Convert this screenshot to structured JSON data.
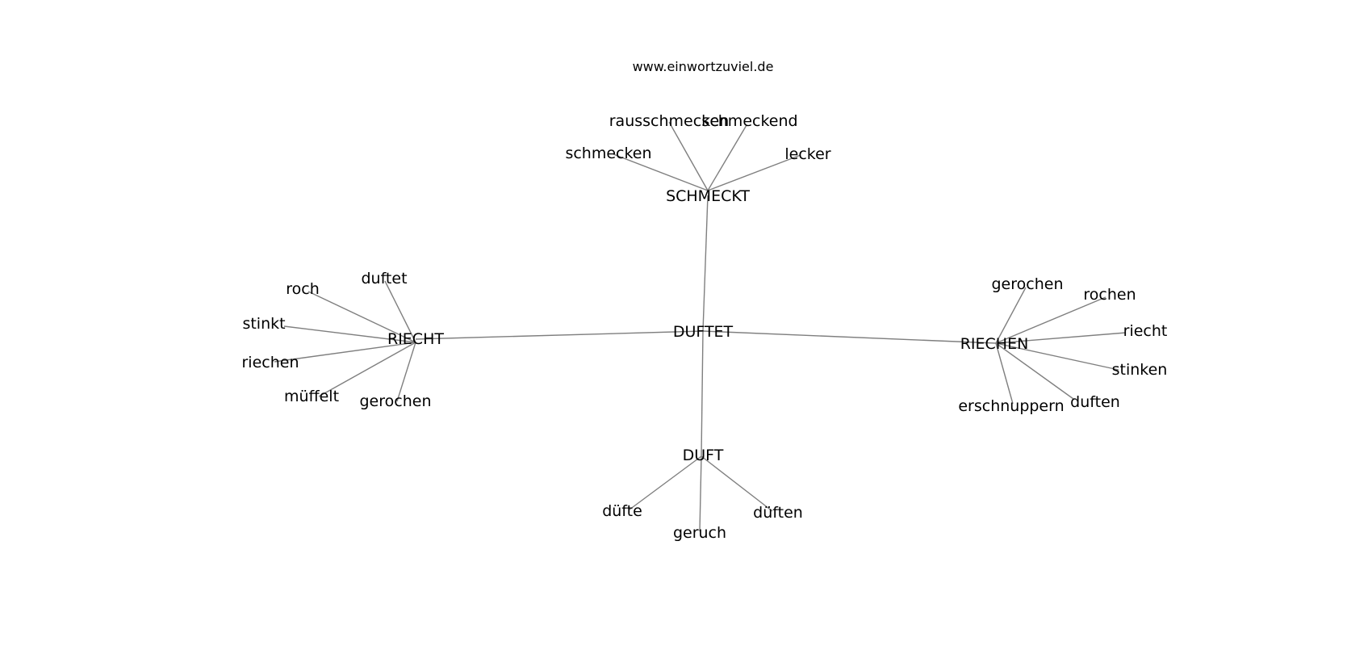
{
  "header": {
    "site_url": "www.einwortzuviel.de"
  },
  "graph": {
    "center": "DUFTET",
    "hubs": [
      {
        "id": "schmeckt",
        "label": "SCHMECKT",
        "leaves": [
          "rausschmecken",
          "schmeckend",
          "schmecken",
          "lecker"
        ]
      },
      {
        "id": "riecht",
        "label": "RIECHT",
        "leaves": [
          "roch",
          "duftet",
          "stinkt",
          "riechen",
          "müffelt",
          "gerochen"
        ]
      },
      {
        "id": "riechen",
        "label": "RIECHEN",
        "leaves": [
          "gerochen",
          "rochen",
          "riecht",
          "stinken",
          "erschnuppern",
          "duften"
        ]
      },
      {
        "id": "duft",
        "label": "DUFT",
        "leaves": [
          "düfte",
          "geruch",
          "düften"
        ]
      }
    ]
  }
}
